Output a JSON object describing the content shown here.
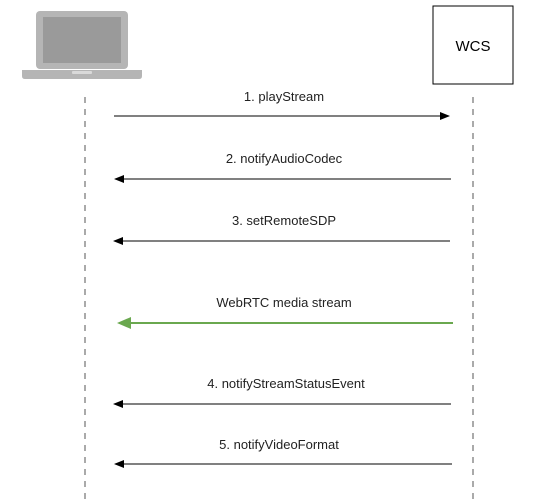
{
  "participants": {
    "client": {
      "icon": "laptop-icon"
    },
    "server": {
      "label": "WCS"
    }
  },
  "colors": {
    "signal": "#000000",
    "media": "#6aa84f",
    "lifeline": "#555555",
    "laptop": "#b5b5b5",
    "laptop_screen": "#9a9a9a"
  },
  "messages": [
    {
      "label": "1. playStream",
      "direction": "to-server",
      "kind": "signal"
    },
    {
      "label": "2. notifyAudioCodec",
      "direction": "to-client",
      "kind": "signal"
    },
    {
      "label": "3. setRemoteSDP",
      "direction": "to-client",
      "kind": "signal"
    },
    {
      "label": "WebRTC media stream",
      "direction": "to-client",
      "kind": "media"
    },
    {
      "label": "4. notifyStreamStatusEvent",
      "direction": "to-client",
      "kind": "signal"
    },
    {
      "label": "5. notifyVideoFormat",
      "direction": "to-client",
      "kind": "signal"
    }
  ]
}
